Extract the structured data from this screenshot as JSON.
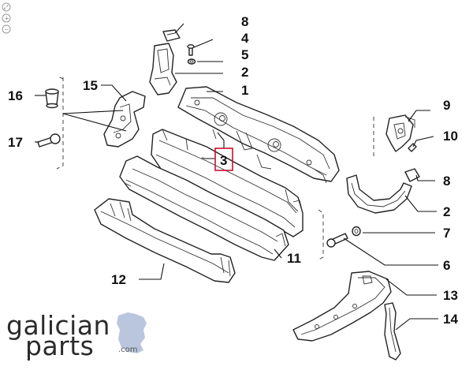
{
  "zoom_controls": [
    {
      "name": "fit",
      "glyph": "⤢"
    },
    {
      "name": "zoom-in",
      "glyph": "+"
    },
    {
      "name": "zoom-out",
      "glyph": "−"
    }
  ],
  "callouts": [
    {
      "id": "1",
      "label": "1"
    },
    {
      "id": "2a",
      "label": "2"
    },
    {
      "id": "2b",
      "label": "2"
    },
    {
      "id": "3",
      "label": "3",
      "highlighted": true
    },
    {
      "id": "4",
      "label": "4"
    },
    {
      "id": "5",
      "label": "5"
    },
    {
      "id": "6",
      "label": "6"
    },
    {
      "id": "7",
      "label": "7"
    },
    {
      "id": "8a",
      "label": "8"
    },
    {
      "id": "8b",
      "label": "8"
    },
    {
      "id": "9",
      "label": "9"
    },
    {
      "id": "10",
      "label": "10"
    },
    {
      "id": "11",
      "label": "11"
    },
    {
      "id": "12",
      "label": "12"
    },
    {
      "id": "13",
      "label": "13"
    },
    {
      "id": "14",
      "label": "14"
    },
    {
      "id": "15",
      "label": "15"
    },
    {
      "id": "16",
      "label": "16"
    },
    {
      "id": "17",
      "label": "17"
    }
  ],
  "logo": {
    "line1": "galician",
    "line2": "parts",
    "suffix": ".com"
  },
  "colors": {
    "highlight": "#c8102e",
    "line": "#222222",
    "logo_text": "#2b2b2b",
    "logo_map": "#b9c6de"
  }
}
